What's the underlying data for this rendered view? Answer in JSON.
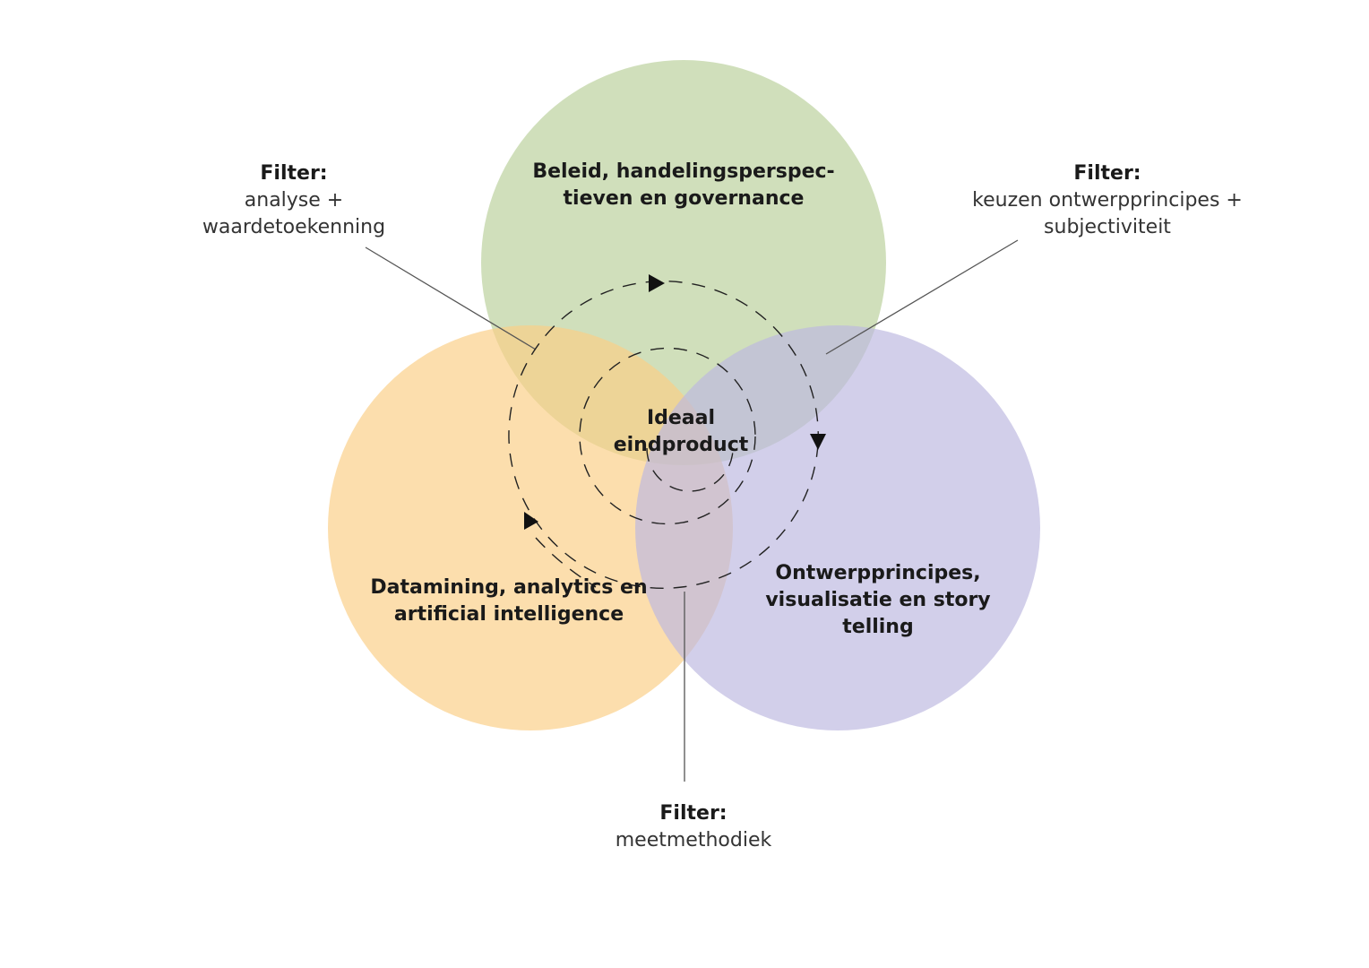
{
  "circles": {
    "top": {
      "lines": [
        "Beleid, handelingsperspec-",
        "tieven en governance"
      ],
      "color": "#b9d09b"
    },
    "left": {
      "lines": [
        "Datamining, analytics en",
        "artificial intelligence"
      ],
      "color": "#fbcf86"
    },
    "right": {
      "lines": [
        "Ontwerpprincipes,",
        "visualisatie en story",
        "telling"
      ],
      "color": "#bdb8e0"
    }
  },
  "center": {
    "lines": [
      "Ideaal",
      "eindproduct"
    ]
  },
  "filters": {
    "left": {
      "title": "Filter:",
      "lines": [
        "analyse +",
        "waardetoekenning"
      ]
    },
    "right": {
      "title": "Filter:",
      "lines": [
        "keuzen ontwerpprincipes +",
        "subjectiviteit"
      ]
    },
    "bottom": {
      "title": "Filter:",
      "lines": [
        "meetmethodiek"
      ]
    }
  }
}
